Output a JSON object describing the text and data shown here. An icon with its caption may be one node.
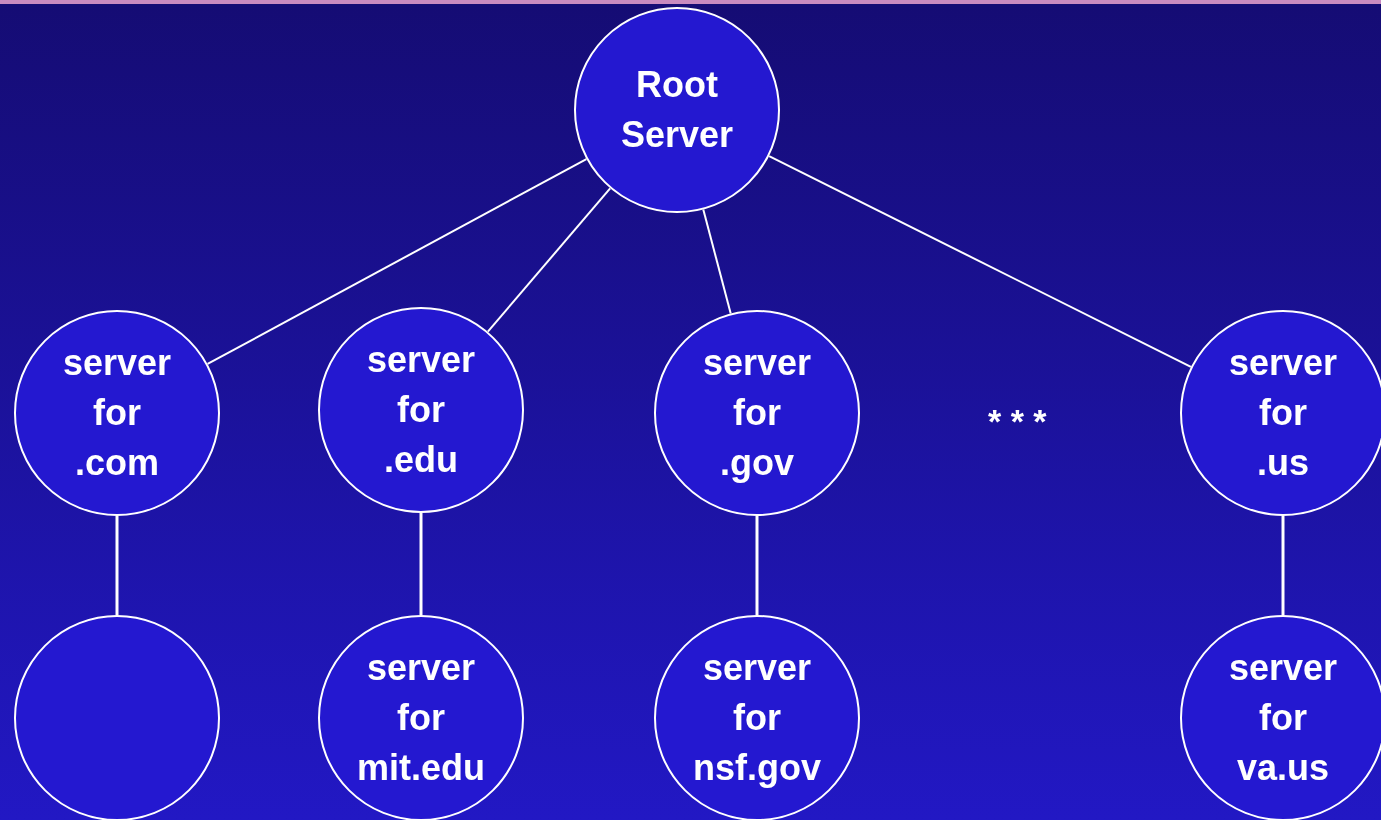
{
  "diagram": {
    "nodes": [
      {
        "text": [
          "Root Server"
        ]
      },
      {
        "text": [
          "server for .com"
        ]
      },
      {
        "text": [
          "server for .edu"
        ]
      },
      {
        "text": [
          "server for .gov"
        ]
      },
      {
        "text": [
          "server for .us"
        ]
      },
      {
        "text": [],
        "shape": "circle"
      },
      {
        "text": [
          "server for mit.edu"
        ]
      },
      {
        "text": [
          "server for nsf.gov"
        ]
      },
      {
        "text": [
          "server for va.us"
        ]
      }
    ],
    "edges": [
      {
        "from": 0,
        "to": 1,
        "arrow": "none"
      },
      {
        "from": 0,
        "to": 2,
        "arrow": "none"
      },
      {
        "from": 0,
        "to": 3,
        "arrow": "none"
      },
      {
        "from": 0,
        "to": 4,
        "arrow": "none"
      },
      {
        "from": 1,
        "to": 5,
        "arrow": "none"
      },
      {
        "from": 2,
        "to": 6,
        "arrow": "none"
      },
      {
        "from": 3,
        "to": 7,
        "arrow": "none"
      },
      {
        "from": 4,
        "to": 8,
        "arrow": "none"
      }
    ],
    "labels": [
      "* * *"
    ]
  }
}
